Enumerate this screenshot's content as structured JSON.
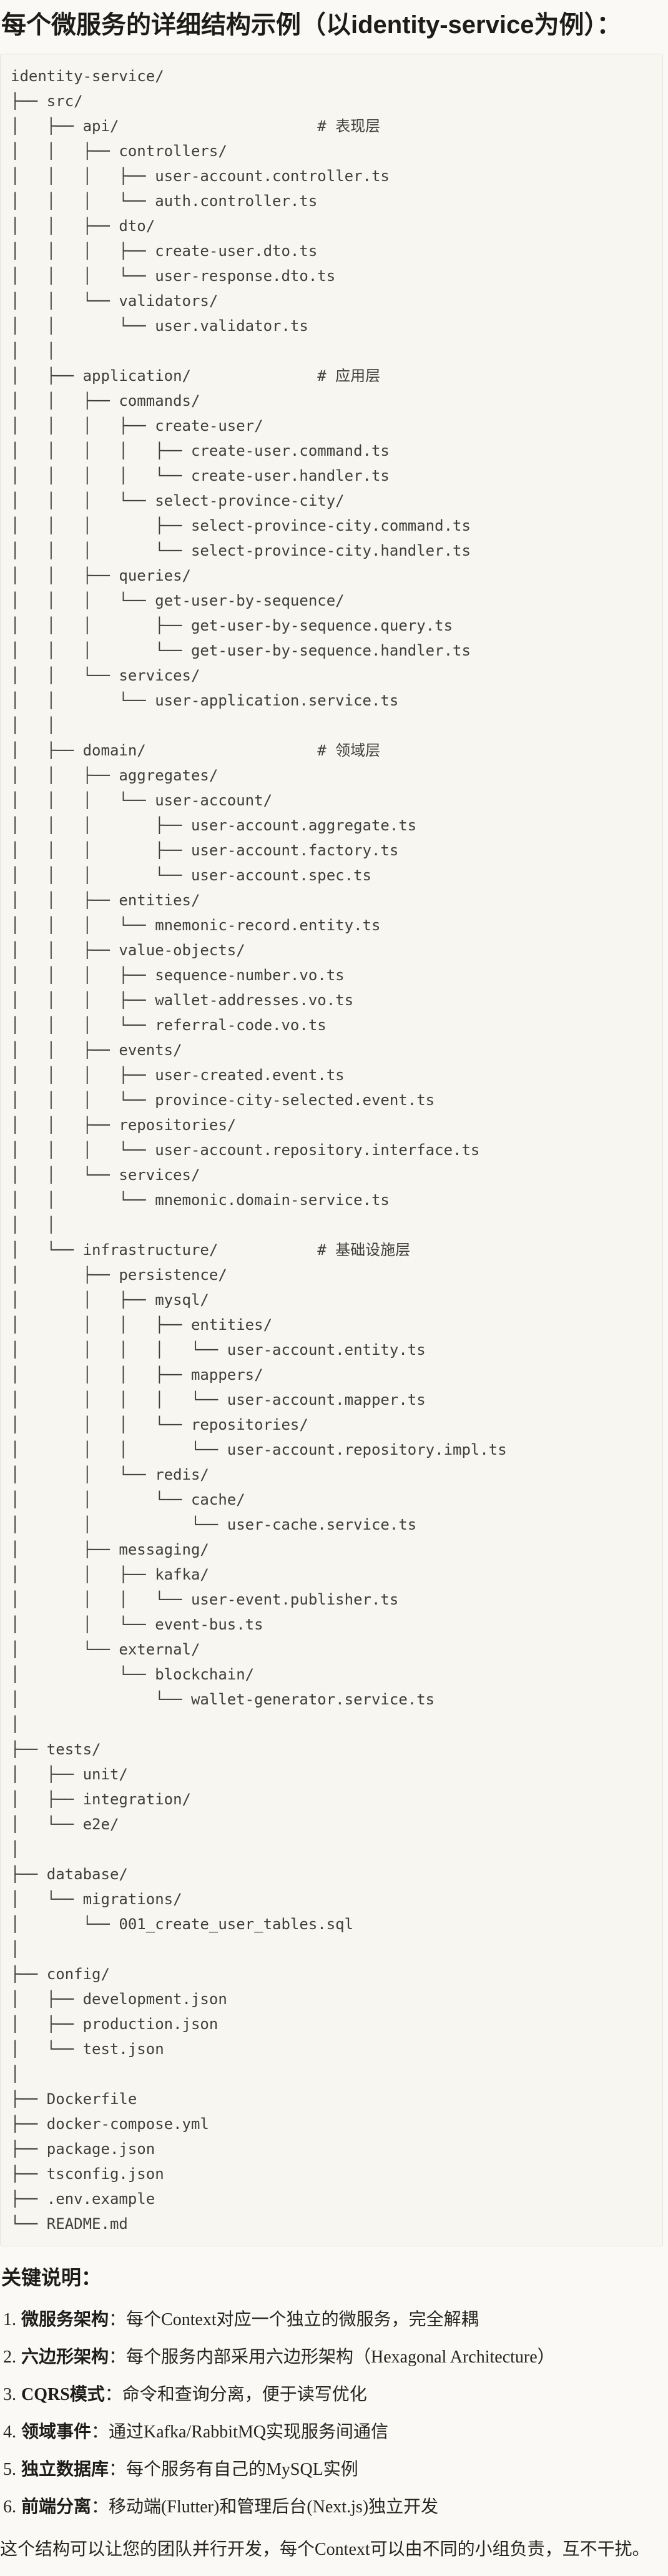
{
  "page": {
    "title": "每个微服务的详细结构示例（以identity-service为例）：",
    "tree_lines": [
      "identity-service/",
      "├── src/",
      "│   ├── api/                      # 表现层",
      "│   │   ├── controllers/",
      "│   │   │   ├── user-account.controller.ts",
      "│   │   │   └── auth.controller.ts",
      "│   │   ├── dto/",
      "│   │   │   ├── create-user.dto.ts",
      "│   │   │   └── user-response.dto.ts",
      "│   │   └── validators/",
      "│   │       └── user.validator.ts",
      "│   │",
      "│   ├── application/              # 应用层",
      "│   │   ├── commands/",
      "│   │   │   ├── create-user/",
      "│   │   │   │   ├── create-user.command.ts",
      "│   │   │   │   └── create-user.handler.ts",
      "│   │   │   └── select-province-city/",
      "│   │   │       ├── select-province-city.command.ts",
      "│   │   │       └── select-province-city.handler.ts",
      "│   │   ├── queries/",
      "│   │   │   └── get-user-by-sequence/",
      "│   │   │       ├── get-user-by-sequence.query.ts",
      "│   │   │       └── get-user-by-sequence.handler.ts",
      "│   │   └── services/",
      "│   │       └── user-application.service.ts",
      "│   │",
      "│   ├── domain/                   # 领域层",
      "│   │   ├── aggregates/",
      "│   │   │   └── user-account/",
      "│   │   │       ├── user-account.aggregate.ts",
      "│   │   │       ├── user-account.factory.ts",
      "│   │   │       └── user-account.spec.ts",
      "│   │   ├── entities/",
      "│   │   │   └── mnemonic-record.entity.ts",
      "│   │   ├── value-objects/",
      "│   │   │   ├── sequence-number.vo.ts",
      "│   │   │   ├── wallet-addresses.vo.ts",
      "│   │   │   └── referral-code.vo.ts",
      "│   │   ├── events/",
      "│   │   │   ├── user-created.event.ts",
      "│   │   │   └── province-city-selected.event.ts",
      "│   │   ├── repositories/",
      "│   │   │   └── user-account.repository.interface.ts",
      "│   │   └── services/",
      "│   │       └── mnemonic.domain-service.ts",
      "│   │",
      "│   └── infrastructure/           # 基础设施层",
      "│       ├── persistence/",
      "│       │   ├── mysql/",
      "│       │   │   ├── entities/",
      "│       │   │   │   └── user-account.entity.ts",
      "│       │   │   ├── mappers/",
      "│       │   │   │   └── user-account.mapper.ts",
      "│       │   │   └── repositories/",
      "│       │   │       └── user-account.repository.impl.ts",
      "│       │   └── redis/",
      "│       │       └── cache/",
      "│       │           └── user-cache.service.ts",
      "│       ├── messaging/",
      "│       │   ├── kafka/",
      "│       │   │   └── user-event.publisher.ts",
      "│       │   └── event-bus.ts",
      "│       └── external/",
      "│           └── blockchain/",
      "│               └── wallet-generator.service.ts",
      "│",
      "├── tests/",
      "│   ├── unit/",
      "│   ├── integration/",
      "│   └── e2e/",
      "│",
      "├── database/",
      "│   └── migrations/",
      "│       └── 001_create_user_tables.sql",
      "│",
      "├── config/",
      "│   ├── development.json",
      "│   ├── production.json",
      "│   └── test.json",
      "│",
      "├── Dockerfile",
      "├── docker-compose.yml",
      "├── package.json",
      "├── tsconfig.json",
      "├── .env.example",
      "└── README.md"
    ],
    "notes_heading": "关键说明：",
    "notes": [
      {
        "num": "1.",
        "term": "微服务架构",
        "desc": "：每个Context对应一个独立的微服务，完全解耦"
      },
      {
        "num": "2.",
        "term": "六边形架构",
        "desc": "：每个服务内部采用六边形架构（Hexagonal Architecture）"
      },
      {
        "num": "3.",
        "term": "CQRS模式",
        "desc": "：命令和查询分离，便于读写优化"
      },
      {
        "num": "4.",
        "term": "领域事件",
        "desc": "：通过Kafka/RabbitMQ实现服务间通信"
      },
      {
        "num": "5.",
        "term": "独立数据库",
        "desc": "：每个服务有自己的MySQL实例"
      },
      {
        "num": "6.",
        "term": "前端分离",
        "desc": "：移动端(Flutter)和管理后台(Next.js)独立开发"
      }
    ],
    "closing": "这个结构可以让您的团队并行开发，每个Context可以由不同的小组负责，互不干扰。"
  },
  "colors": {
    "page_bg": "#FAF9F5",
    "code_bg": "#F7F6F1",
    "code_border": "#E6E4DB",
    "code_text": "#3F3E39",
    "heading_text": "#1D1C18",
    "body_text": "#26251F"
  }
}
